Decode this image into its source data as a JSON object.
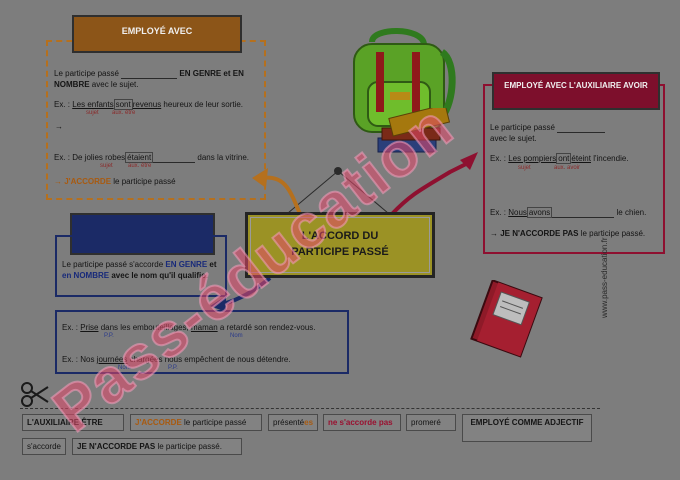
{
  "employe_avec": {
    "title": "EMPLOYÉ AVEC",
    "line1a": "Le participe passé",
    "line1b": "EN GENRE et EN",
    "line1c": "NOMBRE",
    "line1d": "avec le sujet.",
    "ex1_a": "Ex. : ",
    "ex1_b": "Les enfants",
    "ex1_c": "sont",
    "ex1_d": "revenus",
    "ex1_e": " heureux de leur sortie.",
    "ex1_sub1": "sujet",
    "ex1_sub2": "aux. être",
    "arrow1": "→",
    "ex2_a": "Ex. : De jolies robes",
    "ex2_b": "étaient",
    "ex2_c": "dans la vitrine.",
    "ex2_sub1": "sujet",
    "ex2_sub2": "aux. être",
    "concl_arrow": "→",
    "concl_a": "J'ACCORDE",
    "concl_b": " le participe passé"
  },
  "auxiliaire_avoir": {
    "title": "EMPLOYÉ AVEC L'AUXILIAIRE AVOIR",
    "line1": "Le participe passé",
    "line2": "avec le sujet.",
    "ex1_a": "Ex. : ",
    "ex1_b": "Les pompiers",
    "ex1_c": "ont",
    "ex1_d": "éteint",
    "ex1_e": " l'incendie.",
    "ex1_sub1": "sujet",
    "ex1_sub2": "aux. avoir",
    "ex2_a": "Ex. : ",
    "ex2_b": "Nous",
    "ex2_c": "avons",
    "ex2_d": "le chien.",
    "concl_arrow": "→",
    "concl_a": "JE N'ACCORDE PAS",
    "concl_b": " le participe passé."
  },
  "center": {
    "title": "L'ACCORD DU PARTICIPE PASSÉ"
  },
  "adjectif": {
    "text_a": "Le participe passé s'accorde ",
    "text_b": "EN GENRE",
    "text_c": " et ",
    "text_d": "en NOMBRE",
    "text_e": " avec le nom qu'il qualifie.",
    "ex1_a": "Ex. : ",
    "ex1_b": "Prise",
    "ex1_c": " dans les embouteillages, ",
    "ex1_d": "maman",
    "ex1_e": " a retardé son rendez-vous.",
    "ex1_sub1": "P.P.",
    "ex1_sub2": "Nom",
    "ex2_a": "Ex. : Nos ",
    "ex2_b": "journées",
    "ex2_c": " chargées nous empêchent de nous détendre.",
    "ex2_sub1": "Nom",
    "ex2_sub2": "P.P."
  },
  "chips": {
    "c1": "L'AUXILIAIRE ÊTRE",
    "c2a": "J'ACCORDE",
    "c2b": " le participe passé",
    "c3a": "présenté",
    "c3b": "es",
    "c4": "ne s'accorde pas",
    "c5": "promeré",
    "c6": "EMPLOYÉ COMME ADJECTIF",
    "c7": "s'accorde",
    "c8a": "JE N'ACCORDE PAS",
    "c8b": " le participe passé."
  },
  "watermark": {
    "side": "www.pass-education.fr",
    "big": "Pass-éducation"
  },
  "colors": {
    "orange": "#b5701e",
    "red": "#8e1030",
    "navy": "#1b2a66",
    "olive": "#9b9225"
  }
}
